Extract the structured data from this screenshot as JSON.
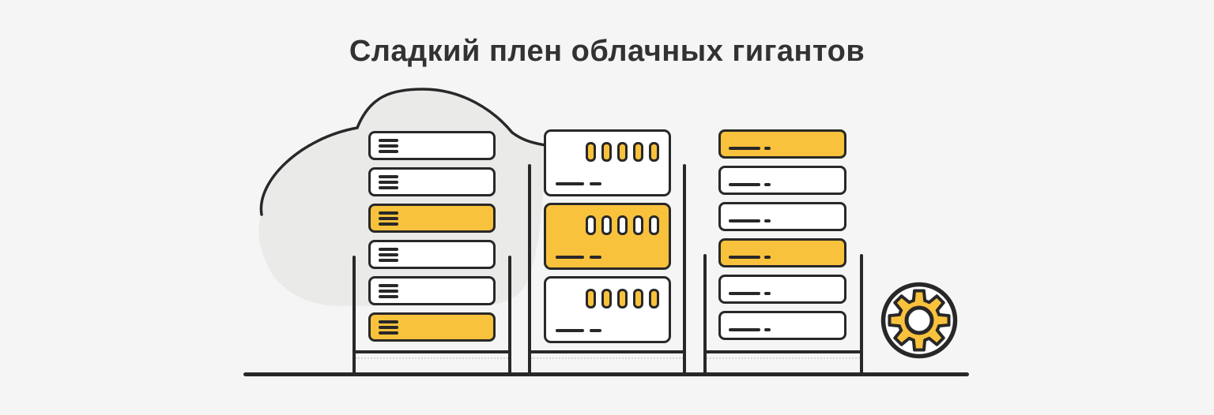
{
  "title": "Сладкий плен облачных гигантов",
  "colors": {
    "bg": "#F6F5F5",
    "cloud": "#EAEAE9",
    "outline": "#282828",
    "accent": "#F9C23C",
    "panel": "#FFFFFF",
    "title": "#323232"
  },
  "illustration": {
    "cloud": "cloud-shape",
    "ground": "ground-line",
    "gear": "gear-icon",
    "racks": [
      {
        "name": "rack-left",
        "unit_style": "menu-lines",
        "units": [
          {
            "highlighted": false
          },
          {
            "highlighted": false
          },
          {
            "highlighted": true
          },
          {
            "highlighted": false
          },
          {
            "highlighted": false
          },
          {
            "highlighted": true
          }
        ]
      },
      {
        "name": "rack-middle",
        "unit_style": "vent-slots",
        "units": [
          {
            "highlighted": false
          },
          {
            "highlighted": true
          },
          {
            "highlighted": false
          }
        ]
      },
      {
        "name": "rack-right",
        "unit_style": "label-dashes",
        "units": [
          {
            "highlighted": true
          },
          {
            "highlighted": false
          },
          {
            "highlighted": false
          },
          {
            "highlighted": true
          },
          {
            "highlighted": false
          },
          {
            "highlighted": false
          }
        ]
      }
    ]
  }
}
